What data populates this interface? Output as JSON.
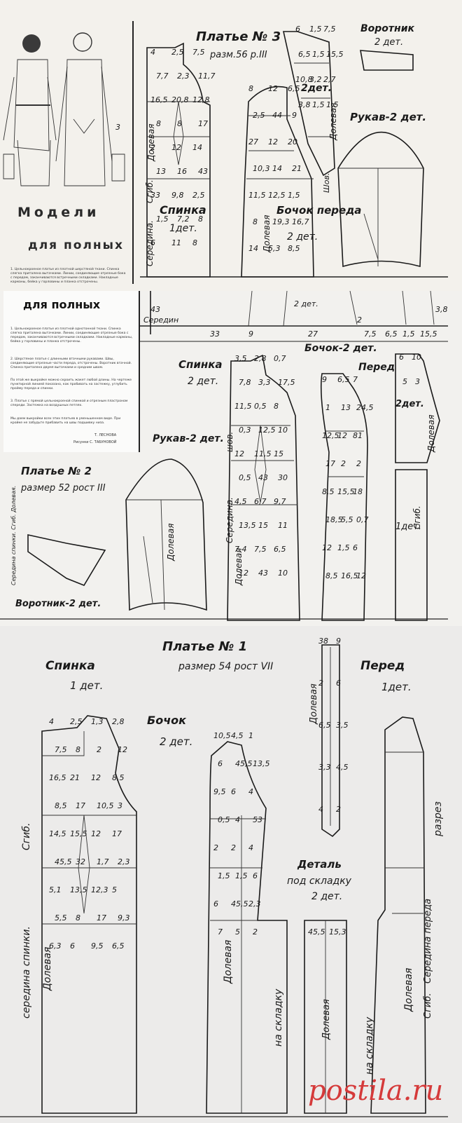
{
  "panel1": {
    "title": "Модели",
    "subtitle": "для полных",
    "figure_number": "3",
    "desc": "1. Цельнокроеное платье из плотной шерстяной ткани. Спинка слегка приталена вытачками. Линии, соединяющие отрезные бока с передом, заканчиваются встречными складками. Накладные карманы, бейка у горловины и планка отстрочены.",
    "dress_title": "Платье № 3",
    "dress_size": "разм.56 р.III",
    "back_label": "Спинка",
    "back_count": "1дет.",
    "side_label": "Бочок переда",
    "side_count": "2 дет.",
    "front_count": "2дет.",
    "collar_label": "Воротник",
    "collar_count": "2 дет.",
    "sleeve_label": "Рукав-2 дет.",
    "fold": "Сгиб.",
    "center": "Середина.",
    "grain": "Долевая",
    "seam": "Шов.",
    "numbers": [
      "4",
      "2,5",
      "7,5",
      "7,7",
      "2,3",
      "11,7",
      "16,5",
      "20,8",
      "12,8",
      "8",
      "8",
      "17",
      "2",
      "12",
      "14",
      "13",
      "16",
      "43",
      "33",
      "9,8",
      "2,5",
      "1,5",
      "7,2",
      "8",
      "6",
      "11",
      "8",
      "8",
      "12",
      "6,5",
      "2,5",
      "44",
      "9",
      "27",
      "12",
      "20",
      "10,3",
      "14",
      "21",
      "11,5",
      "12,5",
      "1,5",
      "8",
      "19,3",
      "16,7",
      "14",
      "5,3",
      "8,5",
      "6",
      "1,5",
      "7,5",
      "6,5",
      "1,5",
      "15,5",
      "10,8",
      "3,2",
      "2,7",
      "3,8",
      "1,5",
      "1,5"
    ]
  },
  "panel2": {
    "heading": "для полных",
    "desc1": "1. Цельнокроеное платье из плотной однотонной ткани. Спинка слегка приталена вытачками. Линии, соединяющие отрезные бока с передом, заканчиваются встречными складками. Накладные карманы, бейка у горловины и планка отстрочены.",
    "desc2": "2. Шерстяное платье с длинными втачными рукавами. Швы, соединяющие отрезные части переда, отстрочены. Воротник втачной. Спинка приталена двумя вытачками и средним швом.",
    "desc3": "По этой же выкройке можно скроить жакет любой длины. На чертеже пунктирной линией показано, как пробивать на застежку, углубить пройму переда и спинки.",
    "desc4": "3. Платье с прямой цельнокроеной спинкой и отрезным пластроном спереди. Застежка на воздушных петлях.",
    "desc5": "Мы даем выкройки всех этих платьев в уменьшенном виде. При кройке не забудьте прибавить на швы подшивку низа.",
    "credit1": "Т. ЛЕСНОВА",
    "credit2": "Рисунки С. ТАБУНОВОЙ",
    "dress_title": "Платье № 2",
    "dress_size": "размер 52 рост III",
    "back_label": "Спинка",
    "back_count": "2 дет.",
    "side_label": "Бочок-2 дет.",
    "front_label": "Перед",
    "front_count": "2дет.",
    "front_count2": "1дет.",
    "sleeve_label": "Рукав-2 дет.",
    "collar_label": "Воротник-2 дет.",
    "collar_note": "Середина спинки. Сгиб. Долевая.",
    "fold": "Сгиб.",
    "center": "Середина.",
    "grain": "Долевая",
    "seam": "шов.",
    "top_strip": [
      "43",
      "Середин",
      "33",
      "9",
      "27",
      "2 дет.",
      "2",
      "7,5",
      "6,5",
      "1,5",
      "15,5",
      "3,8"
    ],
    "numbers": [
      "3,5",
      "2,8",
      "0,7",
      "7,8",
      "3,3",
      "17,5",
      "11,5",
      "0,5",
      "8",
      "0,3",
      "12,5",
      "10",
      "12",
      "11,5",
      "15",
      "0,5",
      "43",
      "30",
      "4,5",
      "6,7",
      "9,7",
      "13,5",
      "15",
      "11",
      "7,4",
      "7,5",
      "6,5",
      "12",
      "43",
      "10",
      "9",
      "6,5",
      "7",
      "1",
      "13",
      "24,5",
      "12,5",
      "12",
      "81",
      "17",
      "2",
      "2",
      "8,5",
      "15,5",
      "18",
      "18,5",
      "5,5",
      "0,7",
      "12",
      "1,5",
      "6",
      "8,5",
      "16,5",
      "12",
      "6",
      "10",
      "5",
      "3"
    ]
  },
  "panel3": {
    "dress_title": "Платье № 1",
    "dress_size": "размер 54 рост VII",
    "back_label": "Спинка",
    "back_count": "1 дет.",
    "side_label": "Бочок",
    "side_count": "2 дет.",
    "front_label": "Перед",
    "front_count": "1дет.",
    "detail_label": "Деталь",
    "detail_sub": "под складку",
    "detail_count": "2 дет.",
    "center_back": "середина спинки.",
    "fold": "Сгиб.",
    "grain": "Долевая",
    "pleat": "на складку",
    "cut": "разрез",
    "center_front": "Середина переда",
    "numbers": [
      "4",
      "2,5",
      "1,3",
      "2,8",
      "7,5",
      "8",
      "2",
      "12",
      "16,5",
      "21",
      "12",
      "8,5",
      "8,5",
      "17",
      "10,5",
      "3",
      "14,5",
      "15,5",
      "12",
      "17",
      "45,5",
      "32",
      "1,7",
      "2,3",
      "5,1",
      "13,5",
      "12,3",
      "5",
      "5,5",
      "8",
      "17",
      "9,3",
      "6,3",
      "6",
      "9,5",
      "6,5",
      "10,5",
      "4,5",
      "1",
      "6",
      "45,5",
      "13,5",
      "9,5",
      "6",
      "4",
      "0,5",
      "4",
      "53",
      "2",
      "2",
      "4",
      "1,5",
      "1,5",
      "6",
      "6",
      "45,5",
      "2,3",
      "7",
      "5",
      "2",
      "38",
      "9",
      "2",
      "6",
      "6,5",
      "3,5",
      "3,3",
      "4,5",
      "4",
      "2",
      "45,5",
      "15,3"
    ]
  },
  "watermark": "postila.ru"
}
